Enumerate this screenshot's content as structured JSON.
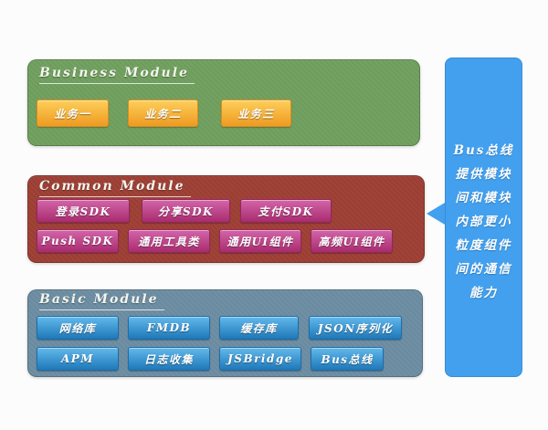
{
  "modules": [
    {
      "title": "Business Module",
      "rows": [
        [
          "业务一",
          "业务二",
          "业务三"
        ]
      ]
    },
    {
      "title": "Common Module",
      "rows": [
        [
          "登录SDK",
          "分享SDK",
          "支付SDK"
        ],
        [
          "Push SDK",
          "通用工具类",
          "通用UI组件",
          "高频UI组件"
        ]
      ]
    },
    {
      "title": "Basic Module",
      "rows": [
        [
          "网络库",
          "FMDB",
          "缓存库",
          "JSON序列化"
        ],
        [
          "APM",
          "日志收集",
          "JSBridge",
          "Bus总线"
        ]
      ]
    }
  ],
  "callout": {
    "lines": [
      "Bus总线",
      "提供模块",
      "间和模块",
      "内部更小",
      "粒度组件",
      "间的通信",
      "能力"
    ],
    "full_text": "Bus总线提供模块间和模块内部更小粒度组件间的通信能力"
  },
  "colors": {
    "business_panel": "#71a05f",
    "business_block": "#f5a623",
    "common_panel": "#9e4035",
    "common_block": "#bc3f85",
    "basic_panel": "#6d8da3",
    "basic_block": "#3d9ad8",
    "callout_blue": "#42a0ef"
  }
}
